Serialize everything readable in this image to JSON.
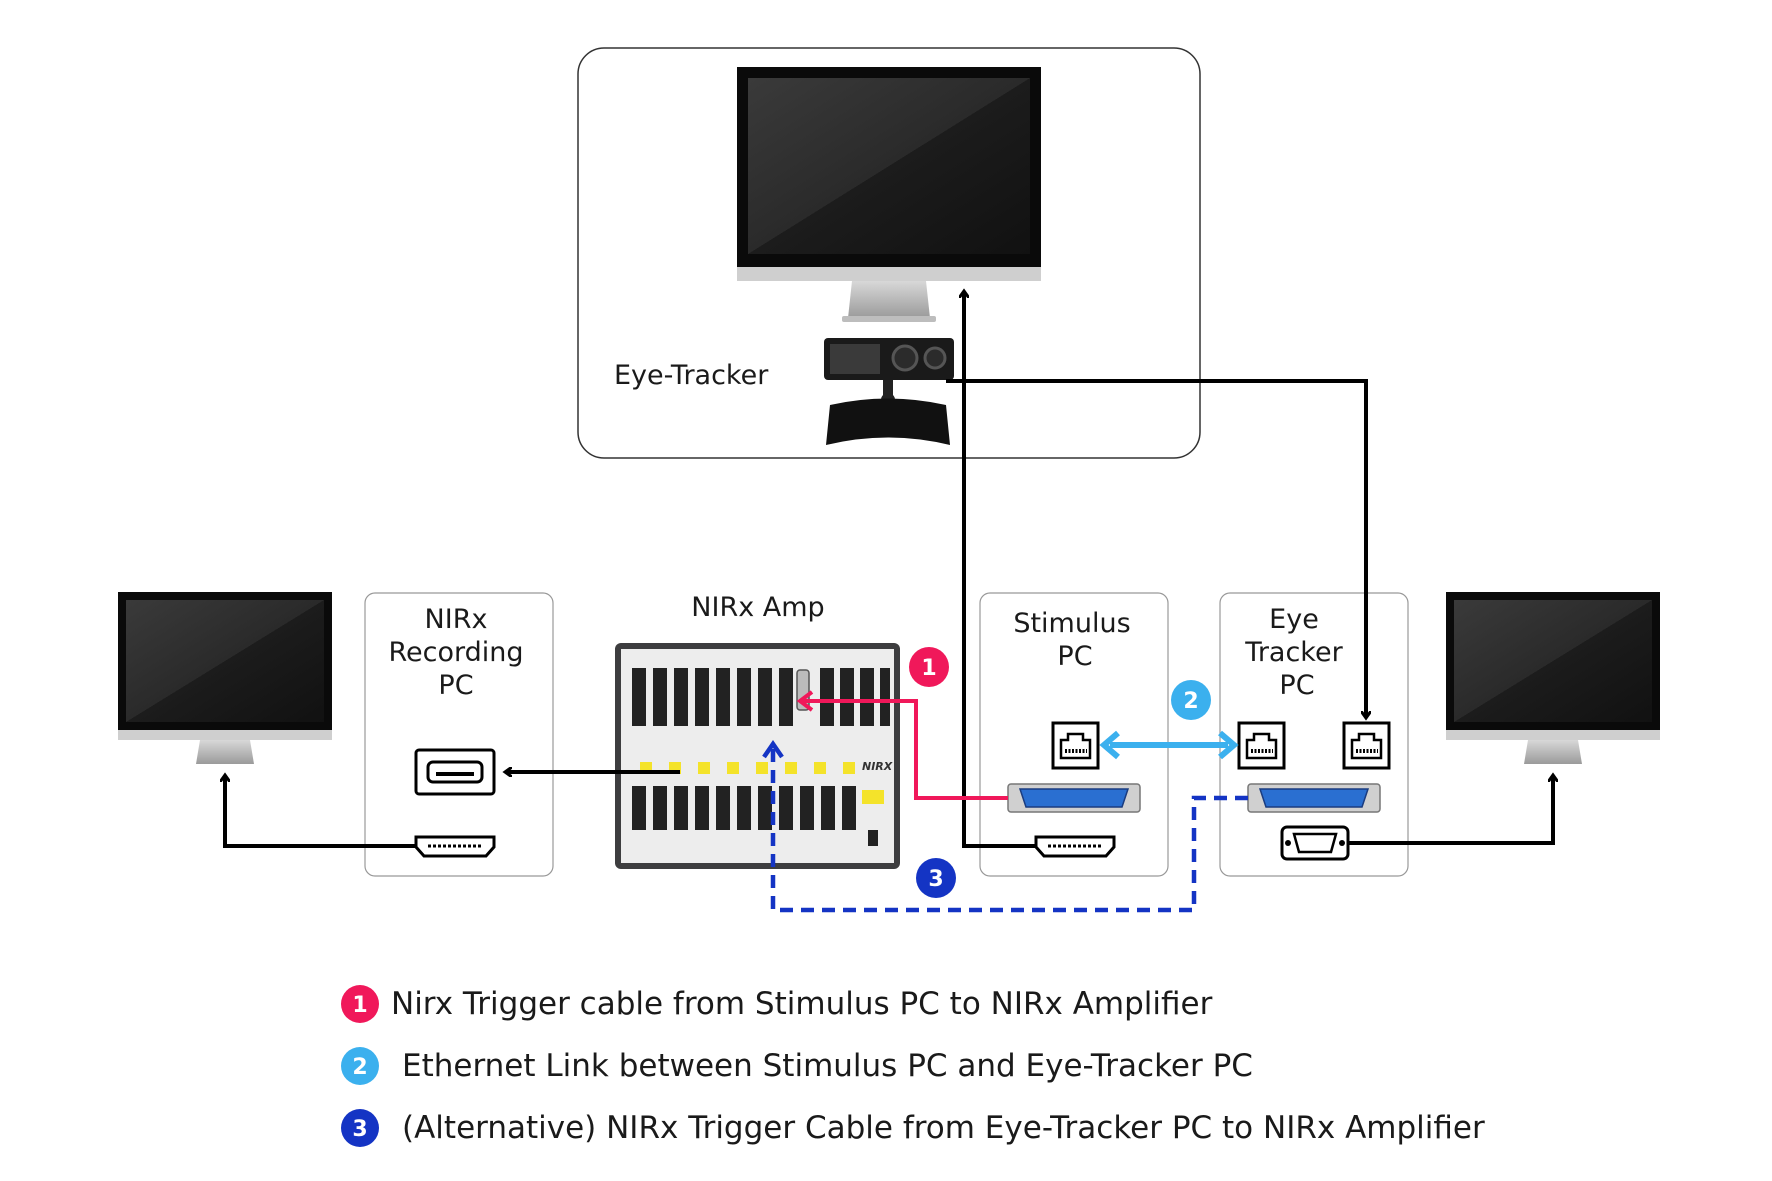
{
  "labels": {
    "eye_tracker": "Eye-Tracker",
    "nirx_amp": "NIRx Amp",
    "recording_pc": [
      "NIRx",
      "Recording",
      "PC"
    ],
    "stimulus_pc": [
      "Stimulus",
      "PC"
    ],
    "eye_tracker_pc": [
      "Eye",
      "Tracker",
      "PC"
    ],
    "amp_brand": "NIRX"
  },
  "badges": [
    {
      "number": "1",
      "color": "#f0185a"
    },
    {
      "number": "2",
      "color": "#3bb0ee"
    },
    {
      "number": "3",
      "color": "#1434c4"
    }
  ],
  "legend": [
    {
      "number": "1",
      "text": "Nirx Trigger cable from Stimulus PC to NIRx Amplifier"
    },
    {
      "number": "2",
      "text": "Ethernet Link between Stimulus PC and Eye-Tracker PC"
    },
    {
      "number": "3",
      "text": "(Alternative) NIRx Trigger Cable from Eye-Tracker PC to NIRx Amplifier"
    }
  ],
  "colors": {
    "trigger_cable": "#f0185a",
    "ethernet_link": "#3bb0ee",
    "alternative_trigger": "#1434c4",
    "connector": "#000000"
  },
  "icons": [
    "monitor-icon",
    "eye-tracker-device-icon",
    "ethernet-port-icon",
    "hdmi-port-icon",
    "usb-port-icon",
    "parallel-port-icon",
    "vga-port-icon"
  ]
}
